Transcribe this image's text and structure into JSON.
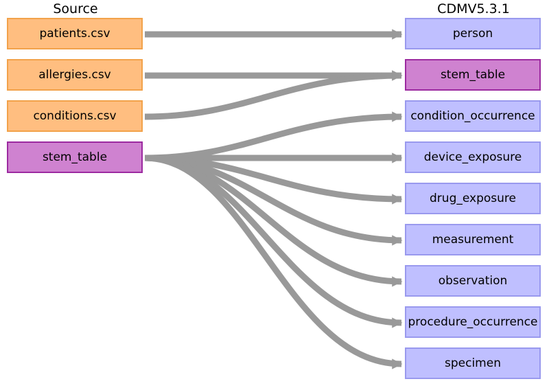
{
  "headers": {
    "source": "Source",
    "target": "CDMV5.3.1"
  },
  "source_tables": [
    {
      "label": "patients.csv"
    },
    {
      "label": "allergies.csv"
    },
    {
      "label": "conditions.csv"
    },
    {
      "label": "stem_table"
    }
  ],
  "target_tables": [
    {
      "label": "person"
    },
    {
      "label": "stem_table"
    },
    {
      "label": "condition_occurrence"
    },
    {
      "label": "device_exposure"
    },
    {
      "label": "drug_exposure"
    },
    {
      "label": "measurement"
    },
    {
      "label": "observation"
    },
    {
      "label": "procedure_occurrence"
    },
    {
      "label": "specimen"
    }
  ],
  "links": [
    {
      "from": "patients.csv",
      "to": "person"
    },
    {
      "from": "allergies.csv",
      "to": "stem_table"
    },
    {
      "from": "conditions.csv",
      "to": "stem_table"
    },
    {
      "from": "stem_table",
      "to": "condition_occurrence"
    },
    {
      "from": "stem_table",
      "to": "device_exposure"
    },
    {
      "from": "stem_table",
      "to": "drug_exposure"
    },
    {
      "from": "stem_table",
      "to": "measurement"
    },
    {
      "from": "stem_table",
      "to": "observation"
    },
    {
      "from": "stem_table",
      "to": "procedure_occurrence"
    },
    {
      "from": "stem_table",
      "to": "specimen"
    }
  ],
  "colors": {
    "source_fill": "#ffbe80",
    "source_border": "#f2a24a",
    "stem_fill": "#cf82d0",
    "stem_border": "#9c2aa0",
    "target_fill": "#bfbfff",
    "target_border": "#9999ee",
    "link": "#999999"
  }
}
